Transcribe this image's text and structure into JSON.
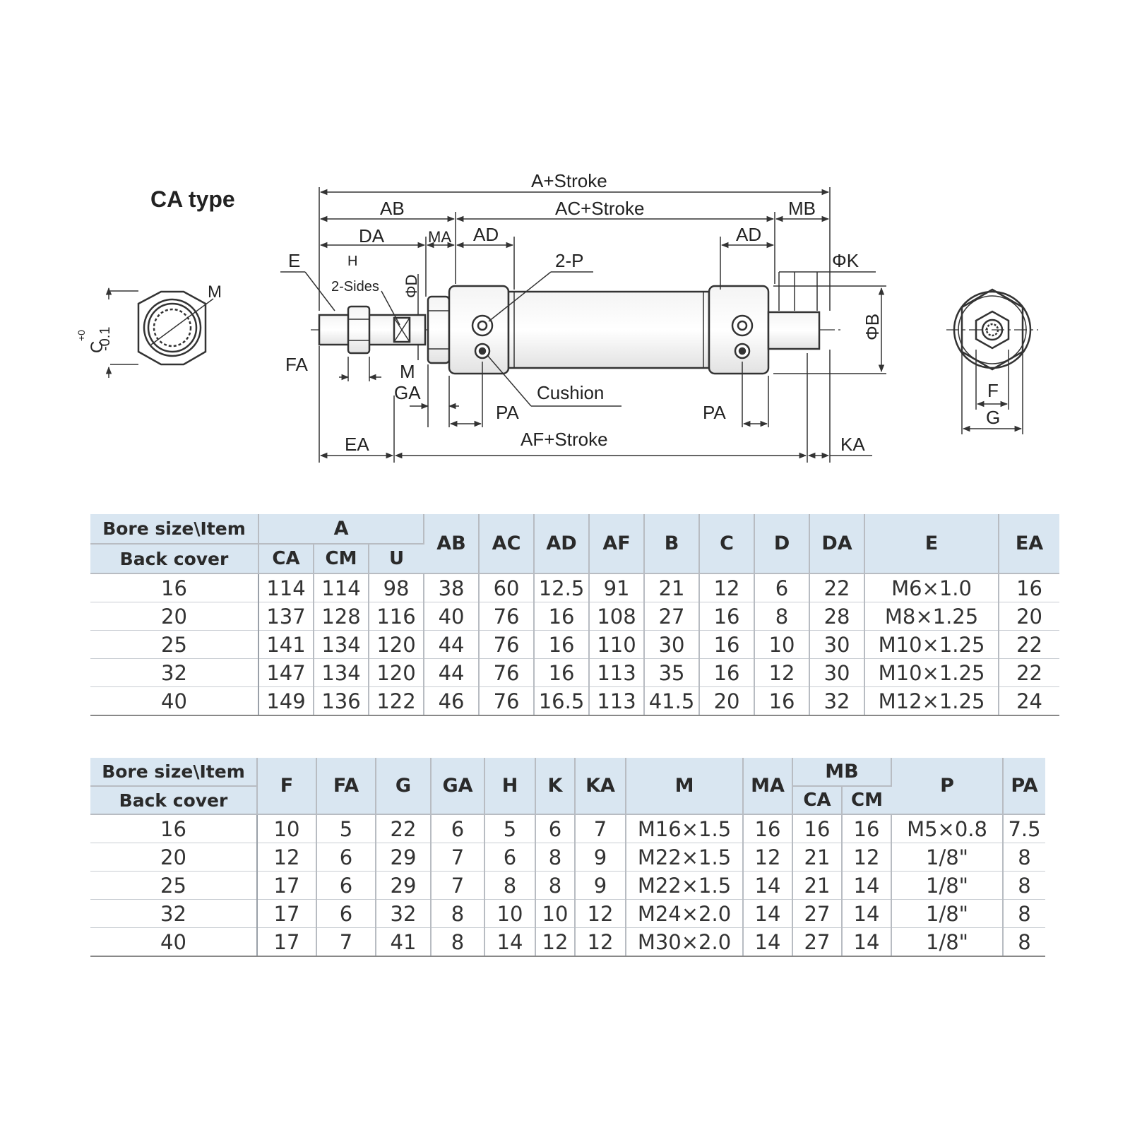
{
  "diagram": {
    "title": "CA type",
    "labels": {
      "a_stroke": "A+Stroke",
      "ab": "AB",
      "ac_stroke": "AC+Stroke",
      "mb": "MB",
      "da": "DA",
      "ma": "MA",
      "ad_left": "AD",
      "ad_right": "AD",
      "e": "E",
      "h": "H",
      "two_sides": "2-Sides",
      "phi_d": "ΦD",
      "two_p": "2-P",
      "phi_k": "ΦK",
      "phi_b": "ΦB",
      "fa": "FA",
      "m_mid": "M",
      "ga": "GA",
      "cushion": "Cushion",
      "pa_left": "PA",
      "pa_right": "PA",
      "ea": "EA",
      "af_stroke": "AF+Stroke",
      "ka": "KA",
      "m_left": "M",
      "c_tol": "C",
      "tol_plus": "+0",
      "tol_minus": "-0.1",
      "f": "F",
      "g": "G"
    }
  },
  "table1": {
    "head_row1": "Bore size\\Item",
    "head_row2": "Back cover",
    "group_a": "A",
    "sub": [
      "CA",
      "CM",
      "U"
    ],
    "cols": [
      "AB",
      "AC",
      "AD",
      "AF",
      "B",
      "C",
      "D",
      "DA",
      "E",
      "EA"
    ],
    "rows": [
      [
        "16",
        "114",
        "114",
        "98",
        "38",
        "60",
        "12.5",
        "91",
        "21",
        "12",
        "6",
        "22",
        "M6×1.0",
        "16"
      ],
      [
        "20",
        "137",
        "128",
        "116",
        "40",
        "76",
        "16",
        "108",
        "27",
        "16",
        "8",
        "28",
        "M8×1.25",
        "20"
      ],
      [
        "25",
        "141",
        "134",
        "120",
        "44",
        "76",
        "16",
        "110",
        "30",
        "16",
        "10",
        "30",
        "M10×1.25",
        "22"
      ],
      [
        "32",
        "147",
        "134",
        "120",
        "44",
        "76",
        "16",
        "113",
        "35",
        "16",
        "12",
        "30",
        "M10×1.25",
        "22"
      ],
      [
        "40",
        "149",
        "136",
        "122",
        "46",
        "76",
        "16.5",
        "113",
        "41.5",
        "20",
        "16",
        "32",
        "M12×1.25",
        "24"
      ]
    ]
  },
  "table2": {
    "head_row1": "Bore size\\Item",
    "head_row2": "Back cover",
    "cols_before": [
      "F",
      "FA",
      "G",
      "GA",
      "H",
      "K",
      "KA",
      "M",
      "MA"
    ],
    "group_mb": "MB",
    "sub": [
      "CA",
      "CM"
    ],
    "cols_after": [
      "P",
      "PA"
    ],
    "rows": [
      [
        "16",
        "10",
        "5",
        "22",
        "6",
        "5",
        "6",
        "7",
        "M16×1.5",
        "16",
        "16",
        "16",
        "M5×0.8",
        "7.5"
      ],
      [
        "20",
        "12",
        "6",
        "29",
        "7",
        "6",
        "8",
        "9",
        "M22×1.5",
        "12",
        "21",
        "12",
        "1/8\"",
        "8"
      ],
      [
        "25",
        "17",
        "6",
        "29",
        "7",
        "8",
        "8",
        "9",
        "M22×1.5",
        "14",
        "21",
        "14",
        "1/8\"",
        "8"
      ],
      [
        "32",
        "17",
        "6",
        "32",
        "8",
        "10",
        "10",
        "12",
        "M24×2.0",
        "14",
        "27",
        "14",
        "1/8\"",
        "8"
      ],
      [
        "40",
        "17",
        "7",
        "41",
        "8",
        "14",
        "12",
        "12",
        "M30×2.0",
        "14",
        "27",
        "14",
        "1/8\"",
        "8"
      ]
    ]
  }
}
